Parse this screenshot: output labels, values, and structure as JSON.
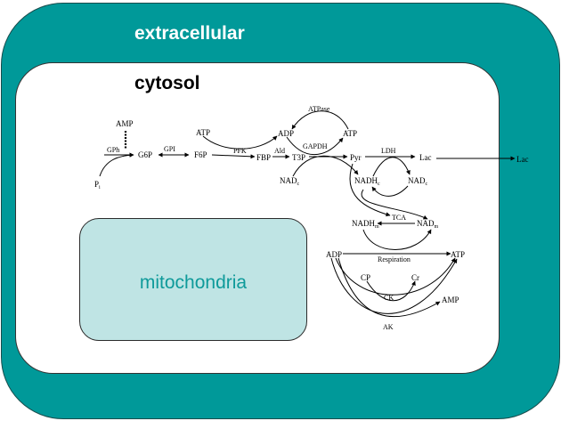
{
  "compartments": {
    "extracellular": "extracellular",
    "cytosol": "cytosol",
    "mitochondria": "mitochondria"
  },
  "metabolites": {
    "amp_top": "AMP",
    "pi": "P",
    "pi_sub": "i",
    "g6p": "G6P",
    "f6p": "F6P",
    "atp_pfk": "ATP",
    "fbp": "FBP",
    "t3p": "T3P",
    "adp_top": "ADP",
    "atp_top": "ATP",
    "nad_c": "NAD",
    "nad_c_sub": "c",
    "pyr": "Pyr",
    "lac": "Lac",
    "lac_out": "Lac",
    "nadh_c": "NADH",
    "nadh_c_sub": "c",
    "nad_c2": "NAD",
    "nad_c2_sub": "c",
    "nadh_m": "NADH",
    "nadh_m_sub": "m",
    "nad_m": "NAD",
    "nad_m_sub": "m",
    "adp_resp": "ADP",
    "atp_resp": "ATP",
    "cp": "CP",
    "cr": "Cr",
    "amp_ak": "AMP"
  },
  "enzymes": {
    "gph": "GPh",
    "gpi": "GPI",
    "pfk": "PFK",
    "ald": "Ald",
    "gapdh": "GAPDH",
    "atpase": "ATPase",
    "ldh": "LDH",
    "tca": "TCA",
    "respiration": "Respiration",
    "ck": "CK",
    "ak": "AK"
  },
  "colors": {
    "extracellular_fill": "#009999",
    "mitochondria_fill": "#bfe4e4",
    "mitochondria_text": "#0e9a9a"
  }
}
